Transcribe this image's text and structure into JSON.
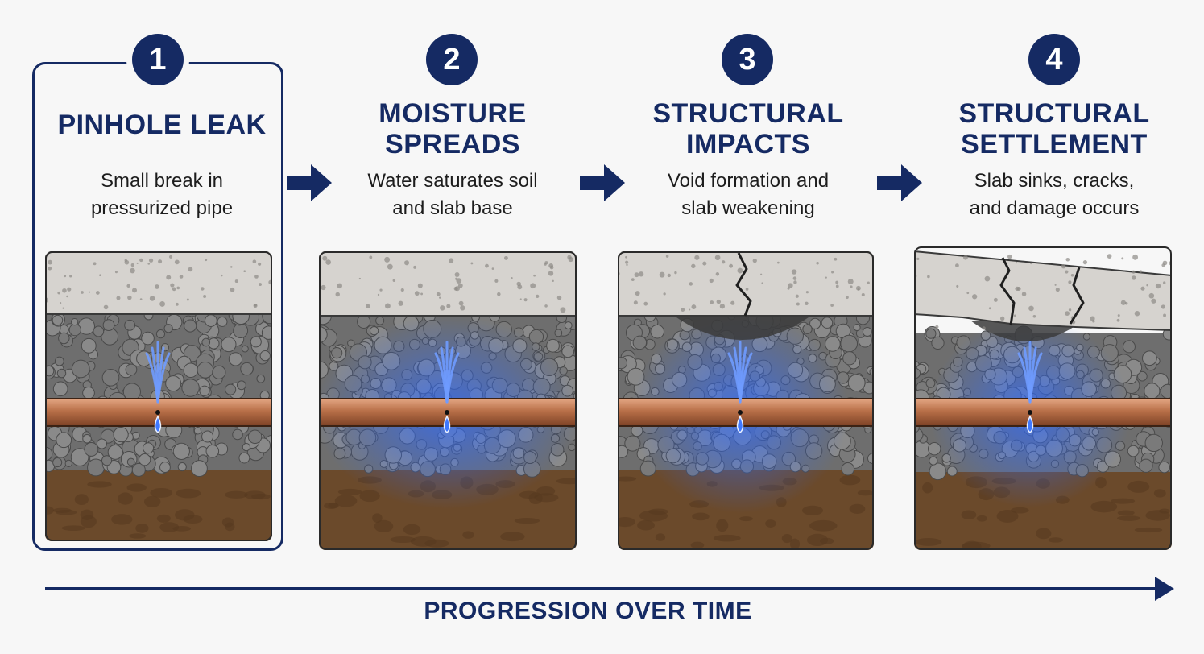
{
  "colors": {
    "navy": "#152a63",
    "concrete": "#d6d3cf",
    "gravel": "#6e6e6e",
    "soil": "#6b4a2b",
    "pipe": "#b86f48",
    "water": "#2f6bff"
  },
  "steps": [
    {
      "number": "1",
      "title_lines": [
        "PINHOLE LEAK"
      ],
      "desc_lines": [
        "Small break in",
        "pressurized pipe"
      ],
      "highlighted": true
    },
    {
      "number": "2",
      "title_lines": [
        "MOISTURE",
        "SPREADS"
      ],
      "desc_lines": [
        "Water saturates soil",
        "and slab base"
      ],
      "highlighted": false
    },
    {
      "number": "3",
      "title_lines": [
        "STRUCTURAL",
        "IMPACTS"
      ],
      "desc_lines": [
        "Void formation and",
        "slab weakening"
      ],
      "highlighted": false
    },
    {
      "number": "4",
      "title_lines": [
        "STRUCTURAL",
        "SETTLEMENT"
      ],
      "desc_lines": [
        "Slab sinks, cracks,",
        "and damage occurs"
      ],
      "highlighted": false
    }
  ],
  "timeline": {
    "label": "PROGRESSION OVER TIME"
  }
}
